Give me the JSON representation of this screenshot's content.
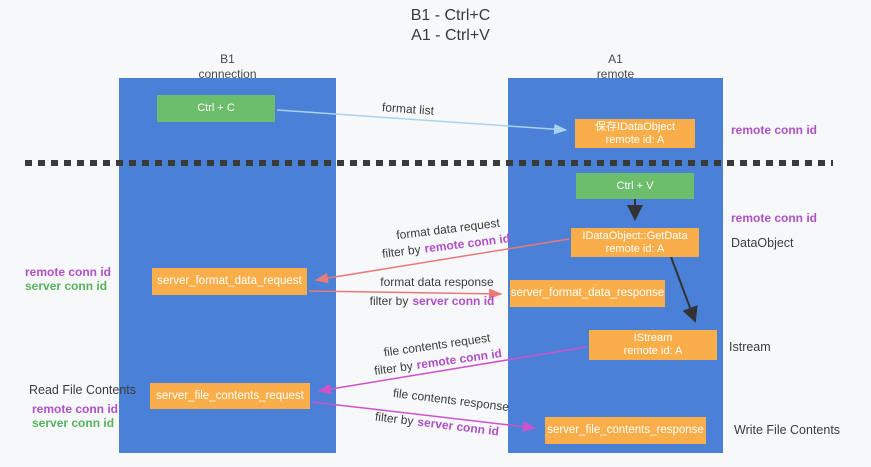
{
  "title": {
    "line1": "B1 - Ctrl+C",
    "line2": "A1 - Ctrl+V"
  },
  "lanes": {
    "b1": {
      "title": "B1",
      "subtitle": "connection"
    },
    "a1": {
      "title": "A1",
      "subtitle": "remote"
    }
  },
  "nodes": {
    "ctrl_c": "Ctrl + C",
    "ctrl_v": "Ctrl + V",
    "save_dataobject_l1": "保存IDataObject",
    "save_dataobject_l2": "remote id: A",
    "getdata_l1": "IDataObject::GetData",
    "getdata_l2": "remote id: A",
    "istream_l1": "IStream",
    "istream_l2": "remote id: A",
    "server_format_data_request": "server_format_data_request",
    "server_format_data_response": "server_format_data_response",
    "server_file_contents_request": "server_file_contents_request",
    "server_file_contents_response": "server_file_contents_response"
  },
  "arrow_labels": {
    "format_list": "format list",
    "format_data_request": "format data request",
    "format_data_response": "format data response",
    "file_contents_request": "file contents request",
    "file_contents_response": "file contents response",
    "filter_by": "filter by",
    "remote_conn_id": "remote conn id",
    "server_conn_id": "server conn id"
  },
  "side_labels": {
    "remote_conn_id": "remote conn id",
    "server_conn_id": "server conn id",
    "read_file_contents": "Read File Contents",
    "dataobject": "DataObject",
    "istream": "Istream",
    "write_file_contents": "Write File Contents"
  },
  "colors": {
    "lane_blue": "#4a80d5",
    "node_green": "#6cbd6c",
    "node_orange": "#f9ae49",
    "arrow_blue": "#a9d2ef",
    "arrow_red": "#e87a7a",
    "arrow_magenta": "#cf52cc",
    "arrow_black": "#333333",
    "text_purple": "#b050c8",
    "text_green": "#56b25c"
  }
}
